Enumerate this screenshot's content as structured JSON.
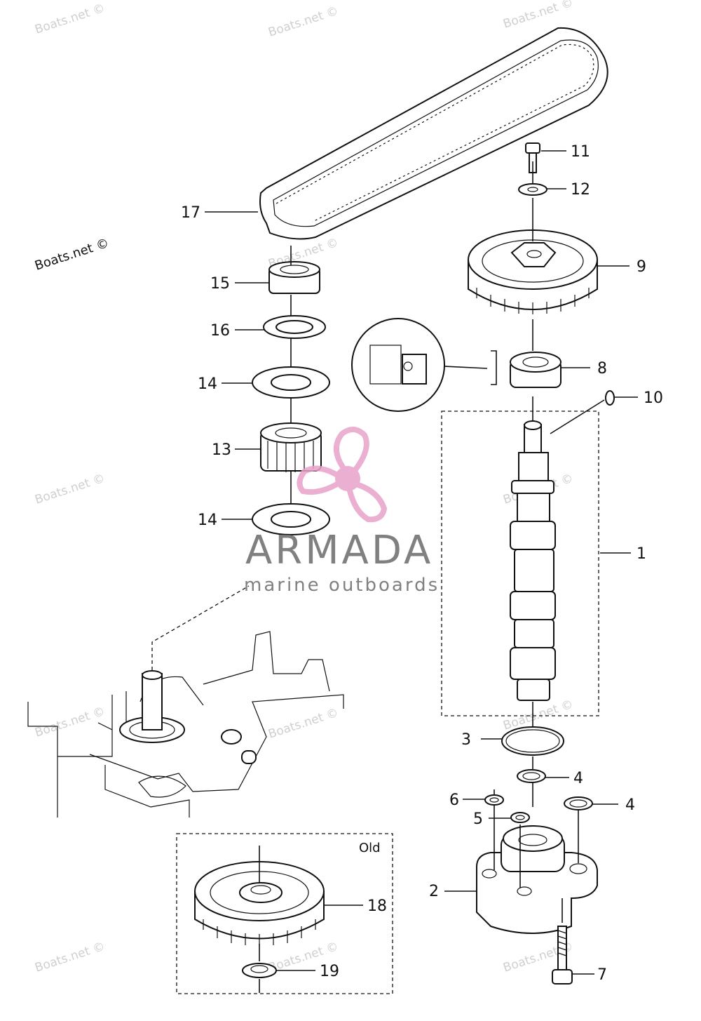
{
  "watermarks": {
    "site": "Boats.net ©",
    "brand": "ARMADA",
    "brand_tagline": "marine outboards"
  },
  "callouts": {
    "c1": "1",
    "c2": "2",
    "c3": "3",
    "c4a": "4",
    "c4b": "4",
    "c5": "5",
    "c6": "6",
    "c7": "7",
    "c8": "8",
    "c9": "9",
    "c10": "10",
    "c11": "11",
    "c12": "12",
    "c13": "13",
    "c14a": "14",
    "c14b": "14",
    "c15": "15",
    "c16": "16",
    "c17": "17",
    "c18": "18",
    "c19": "19"
  },
  "inset": {
    "label": "Old"
  },
  "colors": {
    "line": "#111111",
    "watermark": "#cfcfcf",
    "logo_pink": "#e8a3c9",
    "brand_gray": "#6b6b6b"
  }
}
